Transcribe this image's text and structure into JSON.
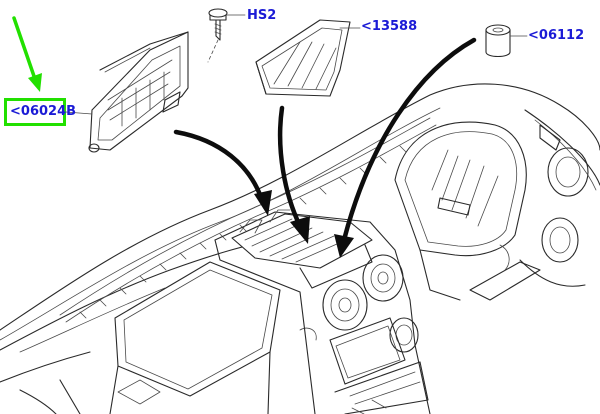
{
  "callouts": {
    "hs2": "HS2",
    "p13588": "<13588",
    "p06112": "<06112",
    "p06024b": "<06024B"
  },
  "colors": {
    "callout_text": "#1b1bd6",
    "highlight": "#22e000",
    "line_art": "#2a2a2a",
    "background": "#ffffff"
  },
  "icons": [
    "screw-icon",
    "cup-clip-icon",
    "pointer-arrow-icon",
    "highlight-arrow-icon"
  ]
}
